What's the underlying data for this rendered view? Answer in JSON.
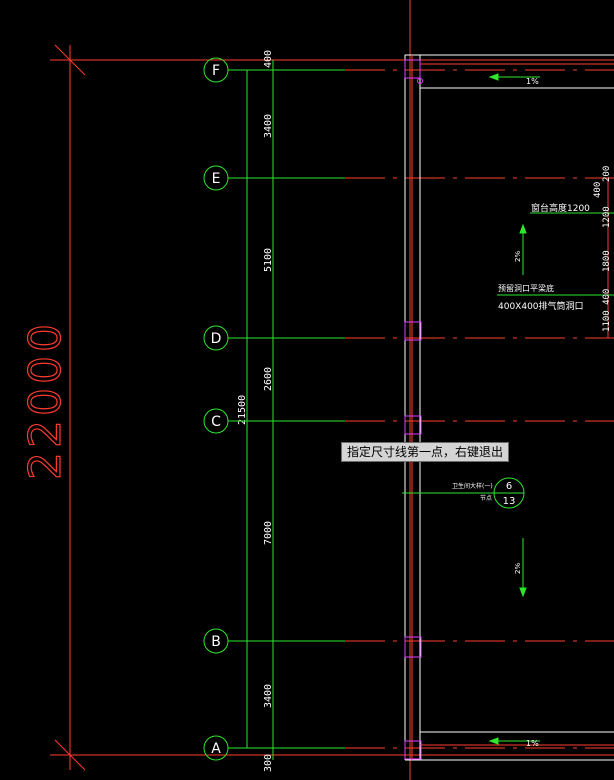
{
  "drawing": {
    "overall_dimension": "22000",
    "total_axis_dimension": "21500",
    "segment_dimensions": [
      "400",
      "3400",
      "5100",
      "2600",
      "7000",
      "3400",
      "300"
    ],
    "axes": [
      "F",
      "E",
      "D",
      "C",
      "B",
      "A"
    ],
    "annotations": {
      "window_sill": "窗台高度1200",
      "reserved_opening": "预留洞口平梁底",
      "vent_opening": "400X400排气筒洞口",
      "slope_top": "1%",
      "slope_bottom": "1%",
      "slope_mid_1": "2%",
      "slope_mid_2": "2%",
      "side_dims": [
        "400",
        "1200",
        "1800",
        "1100 400",
        "200"
      ],
      "detail_text": "卫生间大样(一)",
      "detail_sub": "节点",
      "detail_num": "6",
      "detail_sheet": "13"
    }
  },
  "command_tooltip": "指定尺寸线第一点，右键退出",
  "colors": {
    "background": "#000000",
    "dimension_red": "#ff3b2f",
    "axis_green": "#2ee62e",
    "magenta": "#e040ff",
    "white": "#ffffff",
    "tooltip_bg": "#d4d4d4"
  }
}
